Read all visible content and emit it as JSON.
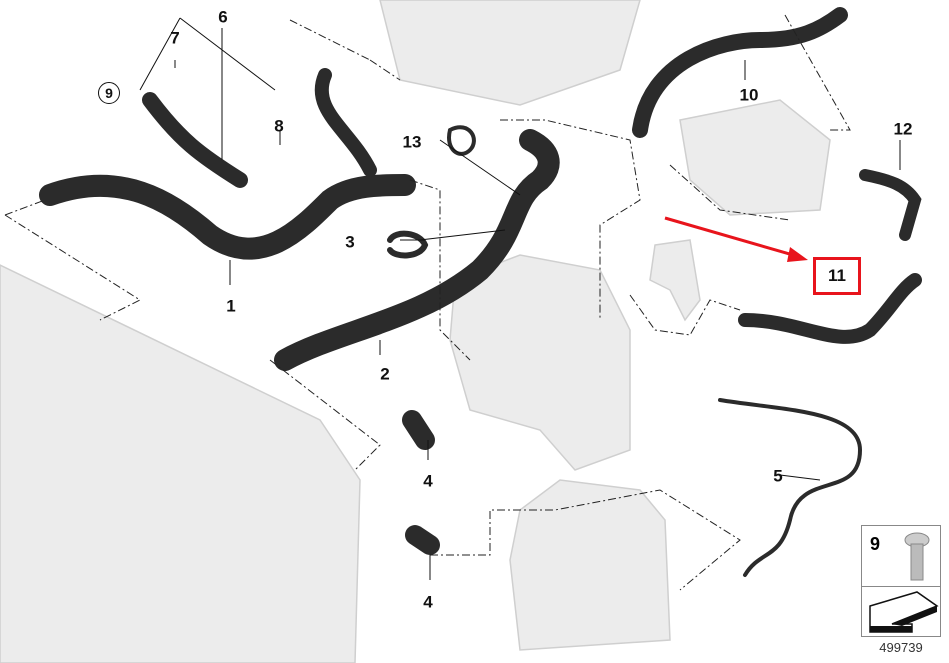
{
  "diagram_id": "499739",
  "labels": {
    "l1": "1",
    "l2": "2",
    "l3": "3",
    "l4a": "4",
    "l4b": "4",
    "l5": "5",
    "l6": "6",
    "l7": "7",
    "l8": "8",
    "l9": "9",
    "l10": "10",
    "l11": "11",
    "l12": "12",
    "l13": "13"
  },
  "inset": {
    "part_number": "9",
    "icon": "screw-icon",
    "arrow_icon": "direction-arrow-icon"
  },
  "highlight": {
    "label": "11",
    "color": "#e8141c"
  },
  "colors": {
    "hose": "#2b2b2b",
    "ghost": "#d9d9d9",
    "leader": "#222222",
    "highlight": "#e8141c"
  }
}
